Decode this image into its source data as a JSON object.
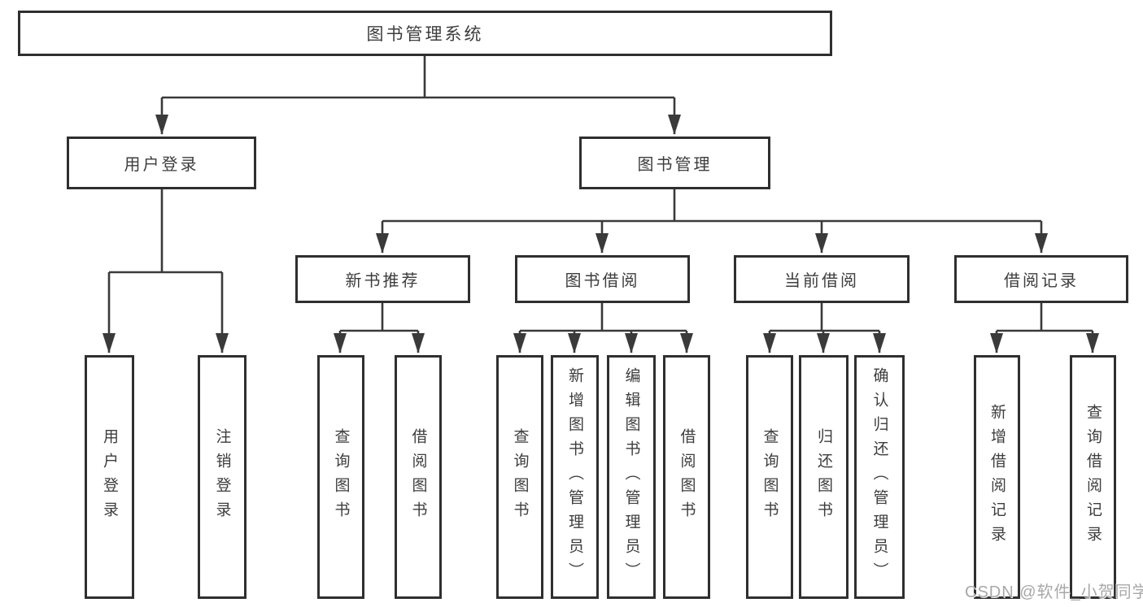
{
  "tree": {
    "root": {
      "label": "图书管理系统",
      "children": [
        {
          "label": "用户登录",
          "children": [
            {
              "label": "用户登录"
            },
            {
              "label": "注销登录"
            }
          ]
        },
        {
          "label": "图书管理",
          "children": [
            {
              "label": "新书推荐",
              "children": [
                {
                  "label": "查询图书"
                },
                {
                  "label": "借阅图书"
                }
              ]
            },
            {
              "label": "图书借阅",
              "children": [
                {
                  "label": "查询图书"
                },
                {
                  "label": "新增图书（管理员）"
                },
                {
                  "label": "编辑图书（管理员）"
                },
                {
                  "label": "借阅图书"
                }
              ]
            },
            {
              "label": "当前借阅",
              "children": [
                {
                  "label": "查询图书"
                },
                {
                  "label": "归还图书"
                },
                {
                  "label": "确认归还（管理员）"
                }
              ]
            },
            {
              "label": "借阅记录",
              "children": [
                {
                  "label": "新增借阅记录"
                },
                {
                  "label": "查询借阅记录"
                }
              ]
            }
          ]
        }
      ]
    }
  },
  "watermark": {
    "text": "CSDN @软件_小贺同学"
  },
  "colors": {
    "background": "#ffffff",
    "line": "#3a3a3a",
    "border": "#2f2f2f",
    "text": "#3d3d3d",
    "watermark": "#a8a8a8"
  }
}
